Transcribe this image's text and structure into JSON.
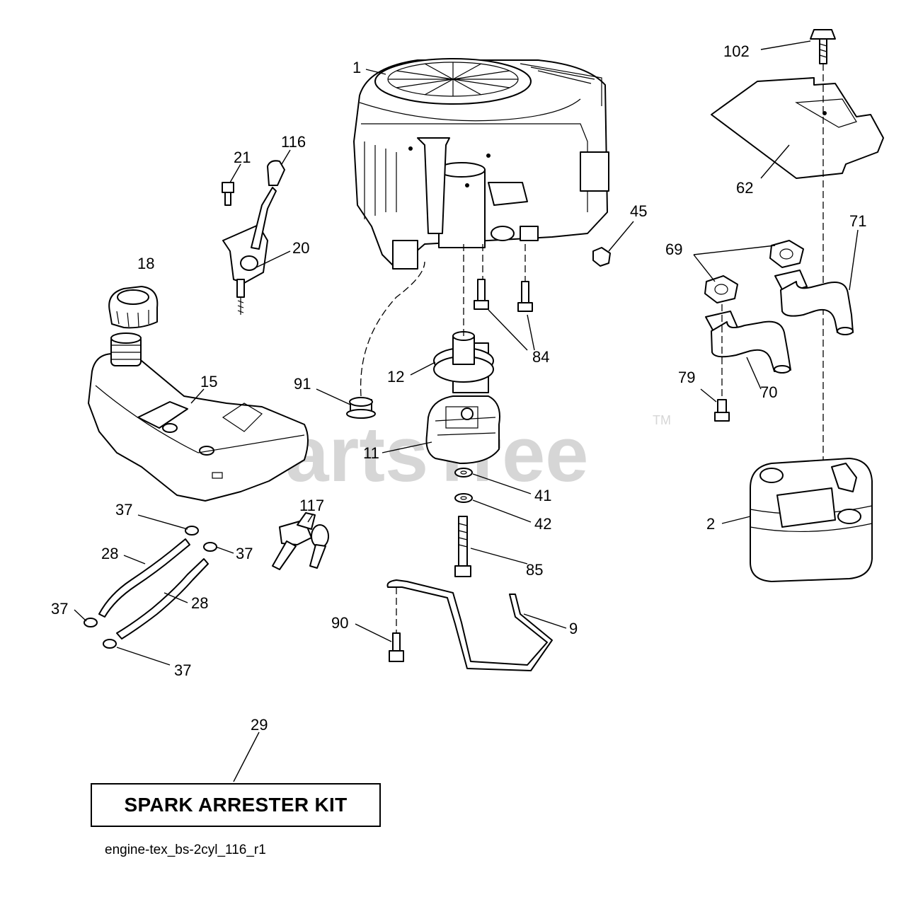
{
  "watermark": {
    "text": "PartsTree",
    "tm": "TM"
  },
  "kit_box": {
    "label": "SPARK ARRESTER KIT"
  },
  "drawing_id": "engine-tex_bs-2cyl_116_r1",
  "callouts": [
    {
      "id": "c1",
      "text": "1"
    },
    {
      "id": "c102",
      "text": "102"
    },
    {
      "id": "c116",
      "text": "116"
    },
    {
      "id": "c21",
      "text": "21"
    },
    {
      "id": "c62",
      "text": "62"
    },
    {
      "id": "c45",
      "text": "45"
    },
    {
      "id": "c71",
      "text": "71"
    },
    {
      "id": "c69",
      "text": "69"
    },
    {
      "id": "c20",
      "text": "20"
    },
    {
      "id": "c18",
      "text": "18"
    },
    {
      "id": "c84",
      "text": "84"
    },
    {
      "id": "c15",
      "text": "15"
    },
    {
      "id": "c91",
      "text": "91"
    },
    {
      "id": "c12",
      "text": "12"
    },
    {
      "id": "c79",
      "text": "79"
    },
    {
      "id": "c70",
      "text": "70"
    },
    {
      "id": "c11",
      "text": "11"
    },
    {
      "id": "c41",
      "text": "41"
    },
    {
      "id": "c2",
      "text": "2"
    },
    {
      "id": "c117",
      "text": "117"
    },
    {
      "id": "c37a",
      "text": "37"
    },
    {
      "id": "c42",
      "text": "42"
    },
    {
      "id": "c28a",
      "text": "28"
    },
    {
      "id": "c37b",
      "text": "37"
    },
    {
      "id": "c85",
      "text": "85"
    },
    {
      "id": "c28b",
      "text": "28"
    },
    {
      "id": "c37c",
      "text": "37"
    },
    {
      "id": "c9",
      "text": "9"
    },
    {
      "id": "c90",
      "text": "90"
    },
    {
      "id": "c37d",
      "text": "37"
    },
    {
      "id": "c29",
      "text": "29"
    }
  ]
}
